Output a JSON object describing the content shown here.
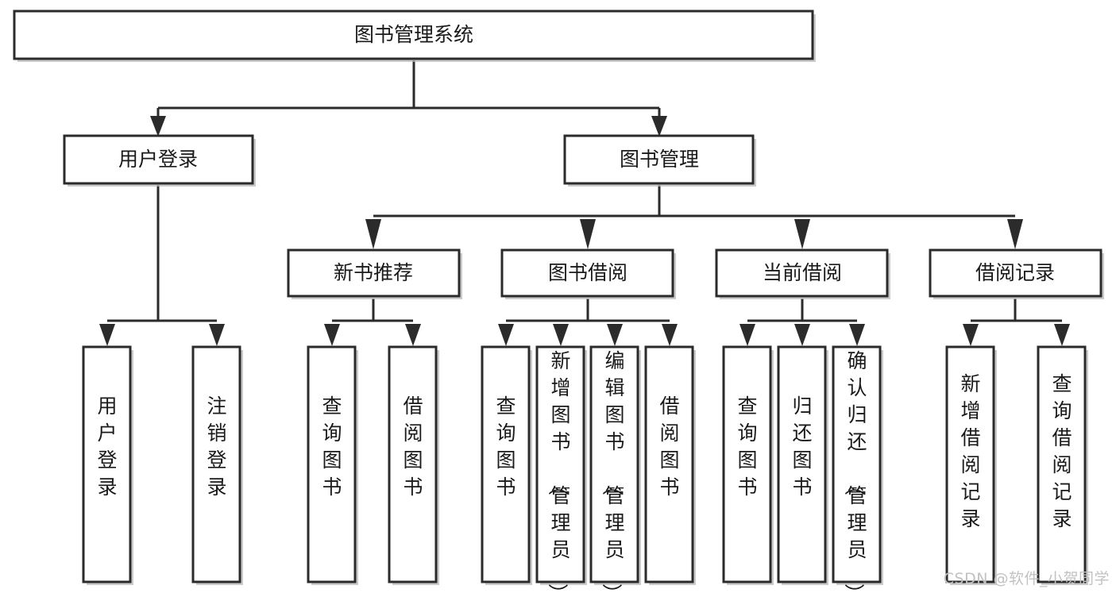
{
  "diagram": {
    "title": "图书管理系统",
    "type": "tree-hierarchy-chart",
    "root": {
      "id": "root",
      "label": "图书管理系统"
    },
    "level2": [
      {
        "id": "user-login",
        "label": "用户登录"
      },
      {
        "id": "book-manage",
        "label": "图书管理"
      }
    ],
    "level3": [
      {
        "id": "new-book-rec",
        "label": "新书推荐",
        "parent": "book-manage"
      },
      {
        "id": "book-borrow",
        "label": "图书借阅",
        "parent": "book-manage"
      },
      {
        "id": "current-borrow",
        "label": "当前借阅",
        "parent": "book-manage"
      },
      {
        "id": "borrow-record",
        "label": "借阅记录",
        "parent": "book-manage"
      }
    ],
    "leaves": [
      {
        "id": "leaf-user-login",
        "label": "用户登录",
        "parent": "user-login"
      },
      {
        "id": "leaf-logout",
        "label": "注销登录",
        "parent": "user-login"
      },
      {
        "id": "leaf-query-book-1",
        "label": "查询图书",
        "parent": "new-book-rec"
      },
      {
        "id": "leaf-borrow-book-1",
        "label": "借阅图书",
        "parent": "new-book-rec"
      },
      {
        "id": "leaf-query-book-2",
        "label": "查询图书",
        "parent": "book-borrow"
      },
      {
        "id": "leaf-add-book",
        "label": "新增图书（管理员）",
        "parent": "book-borrow"
      },
      {
        "id": "leaf-edit-book",
        "label": "编辑图书（管理员）",
        "parent": "book-borrow"
      },
      {
        "id": "leaf-borrow-book-2",
        "label": "借阅图书",
        "parent": "book-borrow"
      },
      {
        "id": "leaf-query-book-3",
        "label": "查询图书",
        "parent": "current-borrow"
      },
      {
        "id": "leaf-return-book",
        "label": "归还图书",
        "parent": "current-borrow"
      },
      {
        "id": "leaf-confirm-return",
        "label": "确认归还（管理员）",
        "parent": "current-borrow"
      },
      {
        "id": "leaf-add-record",
        "label": "新增借阅记录",
        "parent": "borrow-record"
      },
      {
        "id": "leaf-query-record",
        "label": "查询借阅记录",
        "parent": "borrow-record"
      }
    ],
    "colors": {
      "box_stroke": "#2b2b2b",
      "box_fill": "#ffffff",
      "text": "#1a1a1a",
      "shadow": "#b9b9b9",
      "background": "#ffffff",
      "watermark": "#c2c2c2"
    }
  },
  "watermark": {
    "text": "CSDN @软件_小贺同学"
  }
}
